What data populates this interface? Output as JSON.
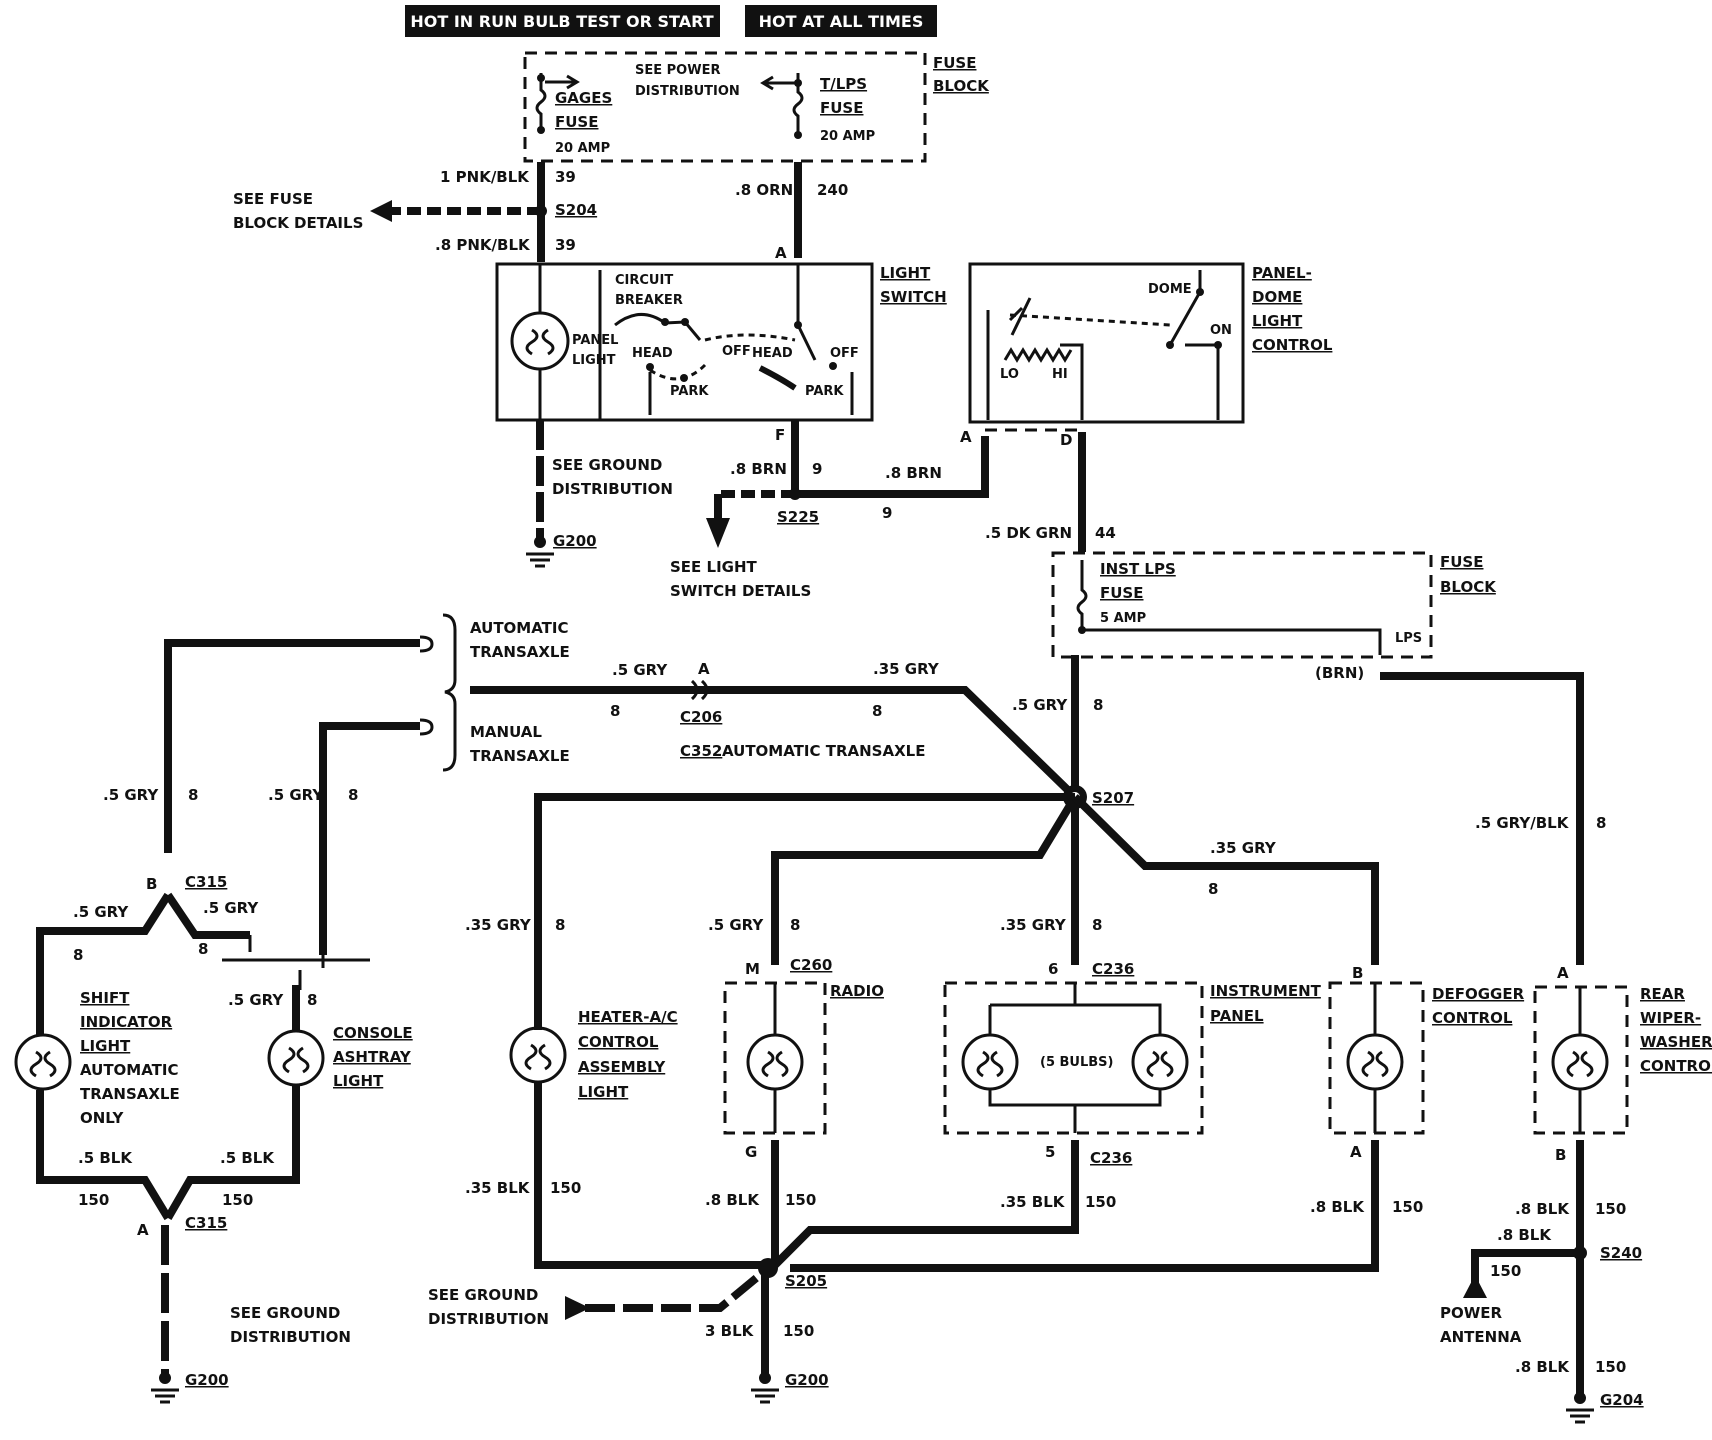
{
  "headers": {
    "hot_run": "HOT IN RUN BULB TEST OR START",
    "hot_all": "HOT AT ALL TIMES"
  },
  "fuse_block_top": {
    "title_1": "FUSE",
    "title_2": "BLOCK",
    "see_power_1": "SEE POWER",
    "see_power_2": "DISTRIBUTION",
    "gages_1": "GAGES",
    "gages_2": "FUSE",
    "gages_amp": "20 AMP",
    "tlps_1": "T/LPS",
    "tlps_2": "FUSE",
    "tlps_amp": "20 AMP"
  },
  "wires_top": {
    "pnkblk_1": "1 PNK/BLK",
    "c39a": "39",
    "orn": ".8 ORN",
    "c240": "240",
    "s204": "S204",
    "pnkblk_8": ".8 PNK/BLK",
    "c39b": "39",
    "see_fuse_1": "SEE FUSE",
    "see_fuse_2": "BLOCK DETAILS"
  },
  "light_switch": {
    "title_1": "LIGHT",
    "title_2": "SWITCH",
    "cb_1": "CIRCUIT",
    "cb_2": "BREAKER",
    "panel_1": "PANEL",
    "panel_2": "LIGHT",
    "head_a": "HEAD",
    "off_a": "OFF",
    "park_a": "PARK",
    "head_b": "HEAD",
    "off_b": "OFF",
    "park_b": "PARK",
    "pin_a": "A",
    "pin_f": "F"
  },
  "ground_top": {
    "see_1": "SEE GROUND",
    "see_2": "DISTRIBUTION",
    "g200": "G200"
  },
  "brn_circuit": {
    "brn_a": ".8 BRN",
    "c9a": "9",
    "brn_b": ".8 BRN",
    "c9b": "9",
    "s225": "S225",
    "see_1": "SEE LIGHT",
    "see_2": "SWITCH DETAILS"
  },
  "dome_control": {
    "title_1": "PANEL-",
    "title_2": "DOME",
    "title_3": "LIGHT",
    "title_4": "CONTROL",
    "dome": "DOME",
    "on": "ON",
    "lo": "LO",
    "hi": "HI",
    "pin_a": "A",
    "pin_d": "D"
  },
  "inst_fuse": {
    "dkgrn": ".5 DK GRN",
    "c44": "44",
    "fuse_1": "INST LPS",
    "fuse_2": "FUSE",
    "amp": "5 AMP",
    "block_1": "FUSE",
    "block_2": "BLOCK",
    "lps": "LPS",
    "brn": "(BRN)"
  },
  "transaxle": {
    "auto_1": "AUTOMATIC",
    "auto_2": "TRANSAXLE",
    "manual_1": "MANUAL",
    "manual_2": "TRANSAXLE",
    "gry5": ".5 GRY",
    "pin_a": "A",
    "gry35": ".35 GRY",
    "c8a": "8",
    "c206": "C206",
    "c8b": "8",
    "c352": "C352",
    "c352_txt": "AUTOMATIC TRANSAXLE"
  },
  "s207": {
    "gry5": ".5 GRY",
    "c8": "8",
    "name": "S207",
    "gry35_r": ".35 GRY",
    "c8r": "8"
  },
  "left_group": {
    "gry5_a": ".5 GRY",
    "c8_a": "8",
    "gry5_b": ".5 GRY",
    "c8_b": "8",
    "pin_b": "B",
    "c315_top": "C315",
    "gry5_c": ".5 GRY",
    "gry5_d": ".5 GRY",
    "c8_c": "8",
    "c8_d": "8",
    "gry5_e": ".5 GRY",
    "c8_e": "8",
    "shift_1": "SHIFT",
    "shift_2": "INDICATOR",
    "shift_3": "LIGHT",
    "shift_4": "AUTOMATIC",
    "shift_5": "TRANSAXLE",
    "shift_6": "ONLY",
    "console_1": "CONSOLE",
    "console_2": "ASHTRAY",
    "console_3": "LIGHT",
    "blk5_a": ".5 BLK",
    "blk5_b": ".5 BLK",
    "c150_a": "150",
    "c150_b": "150",
    "pin_a": "A",
    "c315_bot": "C315",
    "see_1": "SEE GROUND",
    "see_2": "DISTRIBUTION",
    "g200": "G200"
  },
  "heater": {
    "gry": ".35 GRY",
    "c8": "8",
    "name_1": "HEATER-A/C",
    "name_2": "CONTROL",
    "name_3": "ASSEMBLY",
    "name_4": "LIGHT",
    "blk": ".35 BLK",
    "c150": "150"
  },
  "radio": {
    "gry": ".5 GRY",
    "c8": "8",
    "pin_m": "M",
    "c260": "C260",
    "name": "RADIO",
    "pin_g": "G",
    "blk": ".8 BLK",
    "c150": "150"
  },
  "instrument": {
    "gry": ".35 GRY",
    "c8": "8",
    "pin6": "6",
    "c236a": "C236",
    "name_1": "INSTRUMENT",
    "name_2": "PANEL",
    "bulbs": "(5 BULBS)",
    "pin5": "5",
    "c236b": "C236",
    "blk": ".35 BLK",
    "c150": "150"
  },
  "defogger": {
    "pin_b": "B",
    "name_1": "DEFOGGER",
    "name_2": "CONTROL",
    "pin_a": "A",
    "blk": ".8 BLK",
    "c150": "150"
  },
  "rear_wiper": {
    "grybk": ".5 GRY/BLK",
    "c8": "8",
    "pin_a": "A",
    "name_1": "REAR",
    "name_2": "WIPER-",
    "name_3": "WASHER",
    "name_4": "CONTROL",
    "pin_b": "B",
    "blk_a": ".8 BLK",
    "c150_a": "150",
    "blk_b": ".8 BLK",
    "s240": "S240",
    "c150_b": "150",
    "antenna_1": "POWER",
    "antenna_2": "ANTENNA",
    "blk_c": ".8 BLK",
    "c150_c": "150",
    "g204": "G204"
  },
  "s205": {
    "see_1": "SEE GROUND",
    "see_2": "DISTRIBUTION",
    "name": "S205",
    "blk": "3 BLK",
    "c150": "150",
    "g200": "G200"
  }
}
